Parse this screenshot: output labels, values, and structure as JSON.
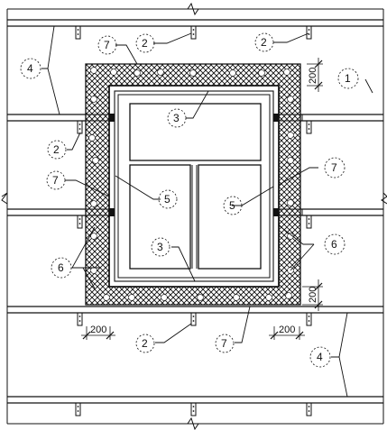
{
  "labels": {
    "l1": "1",
    "l2": "2",
    "l3": "3",
    "l4": "4",
    "l5": "5",
    "l6": "6",
    "l7": "7"
  },
  "dimensions": {
    "d200": "200"
  }
}
